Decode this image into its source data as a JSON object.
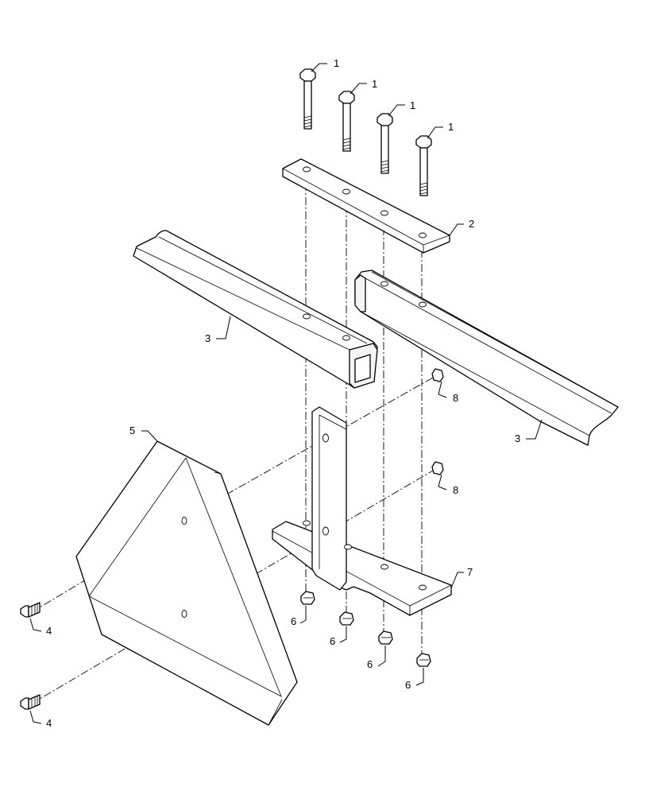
{
  "callouts": {
    "bolt_a": "1",
    "bolt_b": "1",
    "bolt_c": "1",
    "bolt_d": "1",
    "plate": "2",
    "tube_left": "3",
    "tube_right": "3",
    "screw_upper": "4",
    "screw_lower": "4",
    "sign": "5",
    "nut_a": "6",
    "nut_b": "6",
    "nut_c": "6",
    "nut_d": "6",
    "bracket": "7",
    "nut_upper": "8",
    "nut_lower": "8"
  }
}
